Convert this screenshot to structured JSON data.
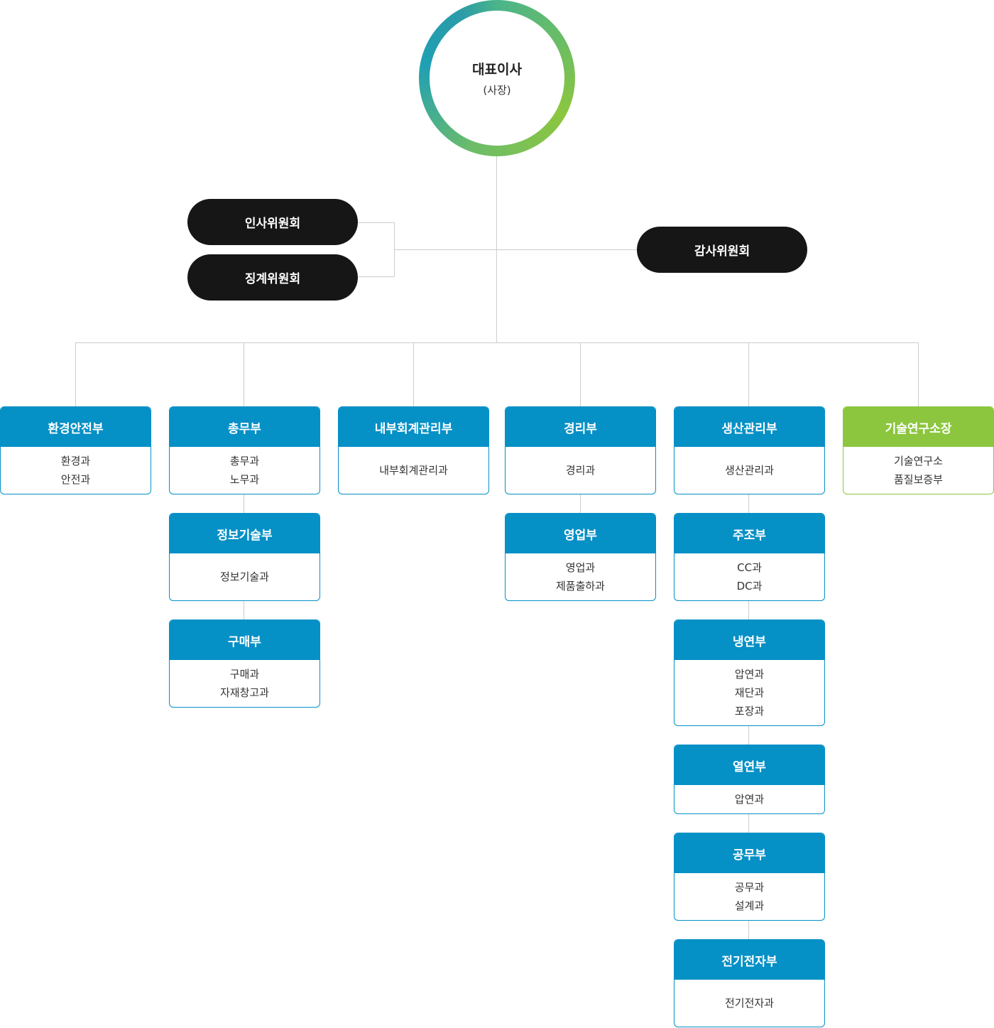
{
  "ceo": {
    "title": "대표이사",
    "subtitle": "(사장)"
  },
  "committees": {
    "left": [
      "인사위원회",
      "징계위원회"
    ],
    "right": "감사위원회"
  },
  "departments": [
    {
      "name": "환경안전부",
      "units": [
        "환경과",
        "안전과"
      ]
    },
    {
      "name": "총무부",
      "units": [
        "총무과",
        "노무과"
      ]
    },
    {
      "name": "정보기술부",
      "units": [
        "정보기술과"
      ]
    },
    {
      "name": "구매부",
      "units": [
        "구매과",
        "자재창고과"
      ]
    },
    {
      "name": "내부회계관리부",
      "units": [
        "내부회계관리과"
      ]
    },
    {
      "name": "경리부",
      "units": [
        "경리과"
      ]
    },
    {
      "name": "영업부",
      "units": [
        "영업과",
        "제품출하과"
      ]
    },
    {
      "name": "생산관리부",
      "units": [
        "생산관리과"
      ]
    },
    {
      "name": "주조부",
      "units": [
        "CC과",
        "DC과"
      ]
    },
    {
      "name": "냉연부",
      "units": [
        "압연과",
        "재단과",
        "포장과"
      ]
    },
    {
      "name": "열연부",
      "units": [
        "압연과"
      ]
    },
    {
      "name": "공무부",
      "units": [
        "공무과",
        "설계과"
      ]
    },
    {
      "name": "전기전자부",
      "units": [
        "전기전자과"
      ]
    },
    {
      "name": "기술연구소장",
      "units": [
        "기술연구소",
        "품질보증부"
      ]
    }
  ],
  "colors": {
    "blue": "#0590c6",
    "green": "#8cc63f",
    "dark": "#161616",
    "line": "#cccccc"
  }
}
